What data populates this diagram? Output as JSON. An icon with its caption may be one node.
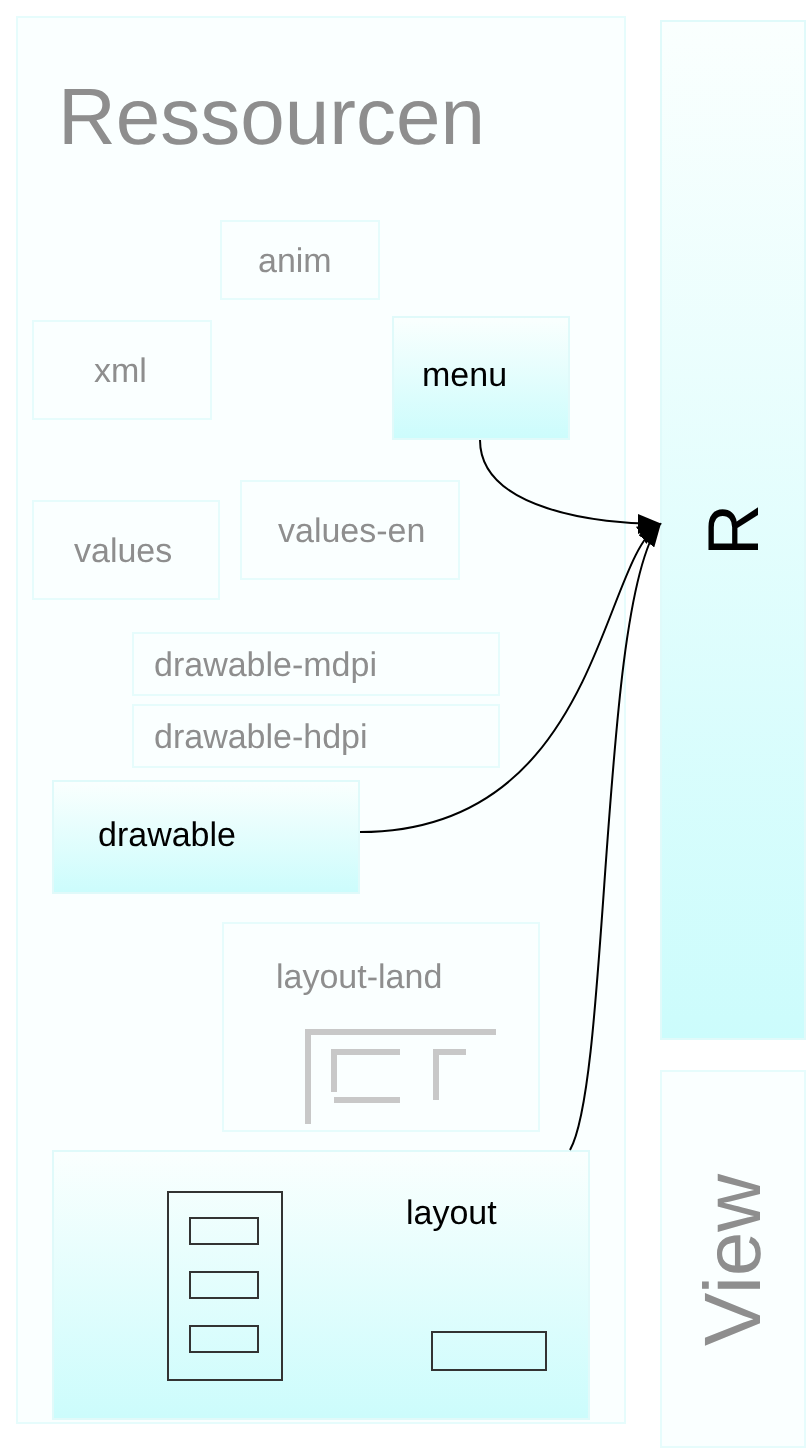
{
  "diagram": {
    "nodes": [
      {
        "text": [
          "Ressourcen"
        ]
      },
      {
        "text": [
          "anim"
        ],
        "in": 0
      },
      {
        "text": [
          "xml"
        ],
        "in": 0
      },
      {
        "text": [
          "menu"
        ],
        "in": 0
      },
      {
        "text": [
          "values"
        ],
        "in": 0
      },
      {
        "text": [
          "values-en"
        ],
        "in": 0
      },
      {
        "text": [
          "drawable-mdpi"
        ],
        "in": 0
      },
      {
        "text": [
          "drawable-hdpi"
        ],
        "in": 0
      },
      {
        "text": [
          "drawable"
        ],
        "in": 0
      },
      {
        "text": [
          "layout-land"
        ],
        "in": 0
      },
      {
        "text": [
          "layout"
        ],
        "in": 0
      },
      {
        "text": [
          "R"
        ]
      },
      {
        "text": [
          "View"
        ]
      }
    ],
    "edges": [
      {
        "from": 3,
        "to": 11,
        "arrow": "to"
      },
      {
        "from": 8,
        "to": 11,
        "arrow": "to"
      },
      {
        "from": 10,
        "to": 11,
        "arrow": "to"
      }
    ]
  }
}
